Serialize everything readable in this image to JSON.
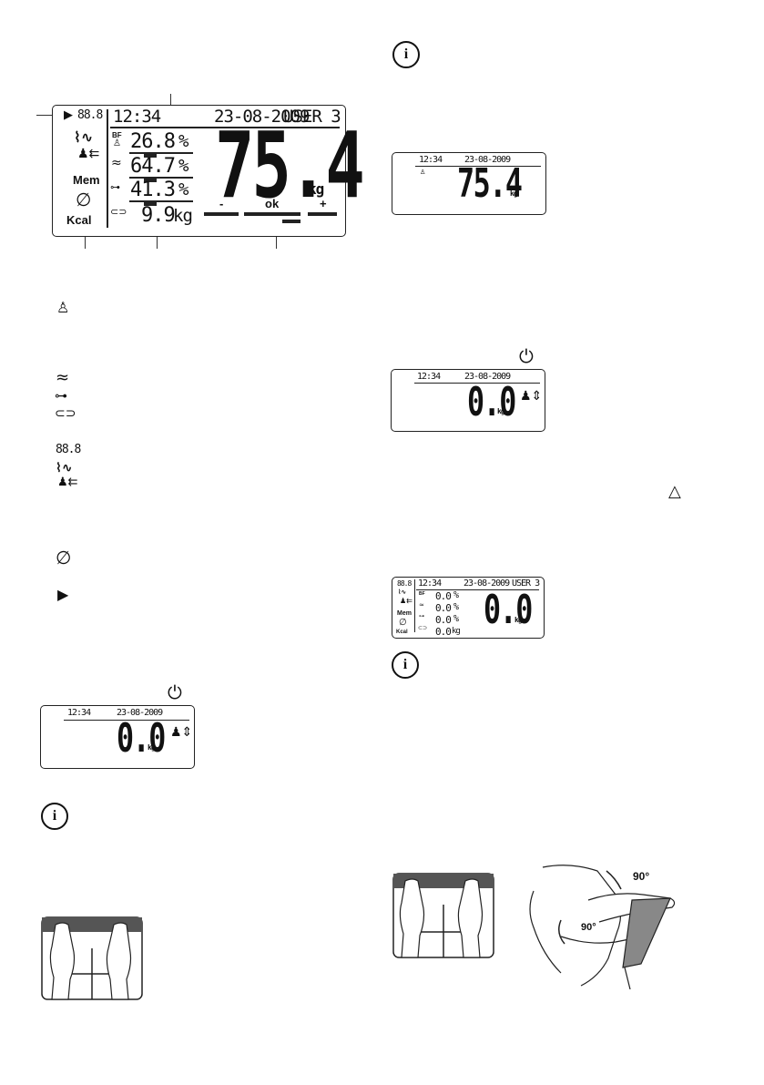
{
  "main_display": {
    "time": "12:34",
    "date": "23-08-2009",
    "user": "USER 3",
    "memory": "88.8",
    "rows": [
      {
        "prefix": "BF",
        "value": "26.8",
        "unit": "%"
      },
      {
        "prefix": "",
        "value": "64.7",
        "unit": "%"
      },
      {
        "prefix": "",
        "value": "41.3",
        "unit": "%"
      },
      {
        "prefix": "",
        "value": "9.9",
        "unit": "kg"
      }
    ],
    "weight": "75.4",
    "weight_unit": "kg",
    "scale_minus": "-",
    "scale_ok": "ok",
    "scale_plus": "+",
    "side_labels": {
      "mem": "Mem",
      "kcal": "Kcal"
    }
  },
  "display_weight": {
    "time": "12:34",
    "date": "23-08-2009",
    "weight": "75.4",
    "unit": "kg"
  },
  "display_zero_right": {
    "time": "12:34",
    "date": "23-08-2009",
    "weight": "0.0",
    "unit": "kg"
  },
  "display_results": {
    "memory": "88.8",
    "time": "12:34",
    "date": "23-08-2009",
    "user": "USER 3",
    "rows": [
      {
        "prefix": "BF",
        "value": "0.0",
        "unit": "%"
      },
      {
        "prefix": "",
        "value": "0.0",
        "unit": "%"
      },
      {
        "prefix": "",
        "value": "0.0",
        "unit": "%"
      },
      {
        "prefix": "",
        "value": "0.0",
        "unit": "kg"
      }
    ],
    "weight": "0.0",
    "unit": "kg",
    "side_labels": {
      "mem": "Mem",
      "kcal": "Kcal"
    }
  },
  "display_zero_left": {
    "time": "12:34",
    "date": "23-08-2009",
    "weight": "0.0",
    "unit": "kg"
  },
  "legend": {
    "memory": "88.8"
  },
  "illustration": {
    "angle_top": "90°",
    "angle_arm": "90°"
  },
  "icons": [
    "info-icon",
    "power-icon",
    "triangle-icon",
    "play-icon",
    "empty-set-icon",
    "water-icon",
    "muscle-icon",
    "bone-icon",
    "scale-icon",
    "bf-icon",
    "user-icon"
  ]
}
